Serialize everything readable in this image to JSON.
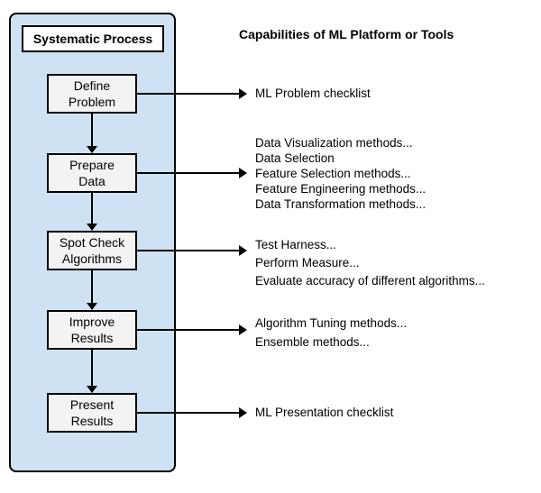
{
  "panel": {
    "title": "Systematic Process"
  },
  "steps": [
    {
      "label": "Define\nProblem"
    },
    {
      "label": "Prepare\nData"
    },
    {
      "label": "Spot Check\nAlgorithms"
    },
    {
      "label": "Improve\nResults"
    },
    {
      "label": "Present\nResults"
    }
  ],
  "capabilities": {
    "heading": "Capabilities of ML Platform or Tools",
    "groups": [
      {
        "lines": [
          "ML Problem checklist"
        ]
      },
      {
        "lines": [
          "Data Visualization methods...",
          "Data Selection",
          "Feature Selection methods...",
          "Feature Engineering methods...",
          "Data Transformation methods..."
        ]
      },
      {
        "lines": [
          "Test Harness...",
          "Perform Measure...",
          "Evaluate accuracy of different algorithms..."
        ]
      },
      {
        "lines": [
          "Algorithm Tuning methods...",
          "Ensemble methods..."
        ]
      },
      {
        "lines": [
          "ML Presentation checklist"
        ]
      }
    ]
  },
  "colors": {
    "panel_bg": "#cfe2f3",
    "box_bg": "#f3f3f3",
    "line": "#000000"
  }
}
